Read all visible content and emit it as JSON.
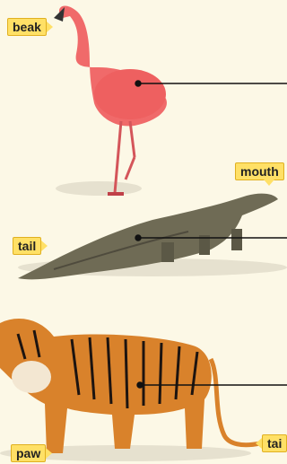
{
  "labels": {
    "beak": "beak",
    "mouth": "mouth",
    "tail_croc": "tail",
    "paw": "paw",
    "tail_tiger": "tai"
  },
  "colors": {
    "background": "#fcf8e6",
    "tag_fill": "#ffe066",
    "tag_border": "#e0b020",
    "leader_line": "#111111",
    "flamingo": "#f06a6a",
    "crocodile": "#6f6b55",
    "tiger": "#d9822b"
  }
}
